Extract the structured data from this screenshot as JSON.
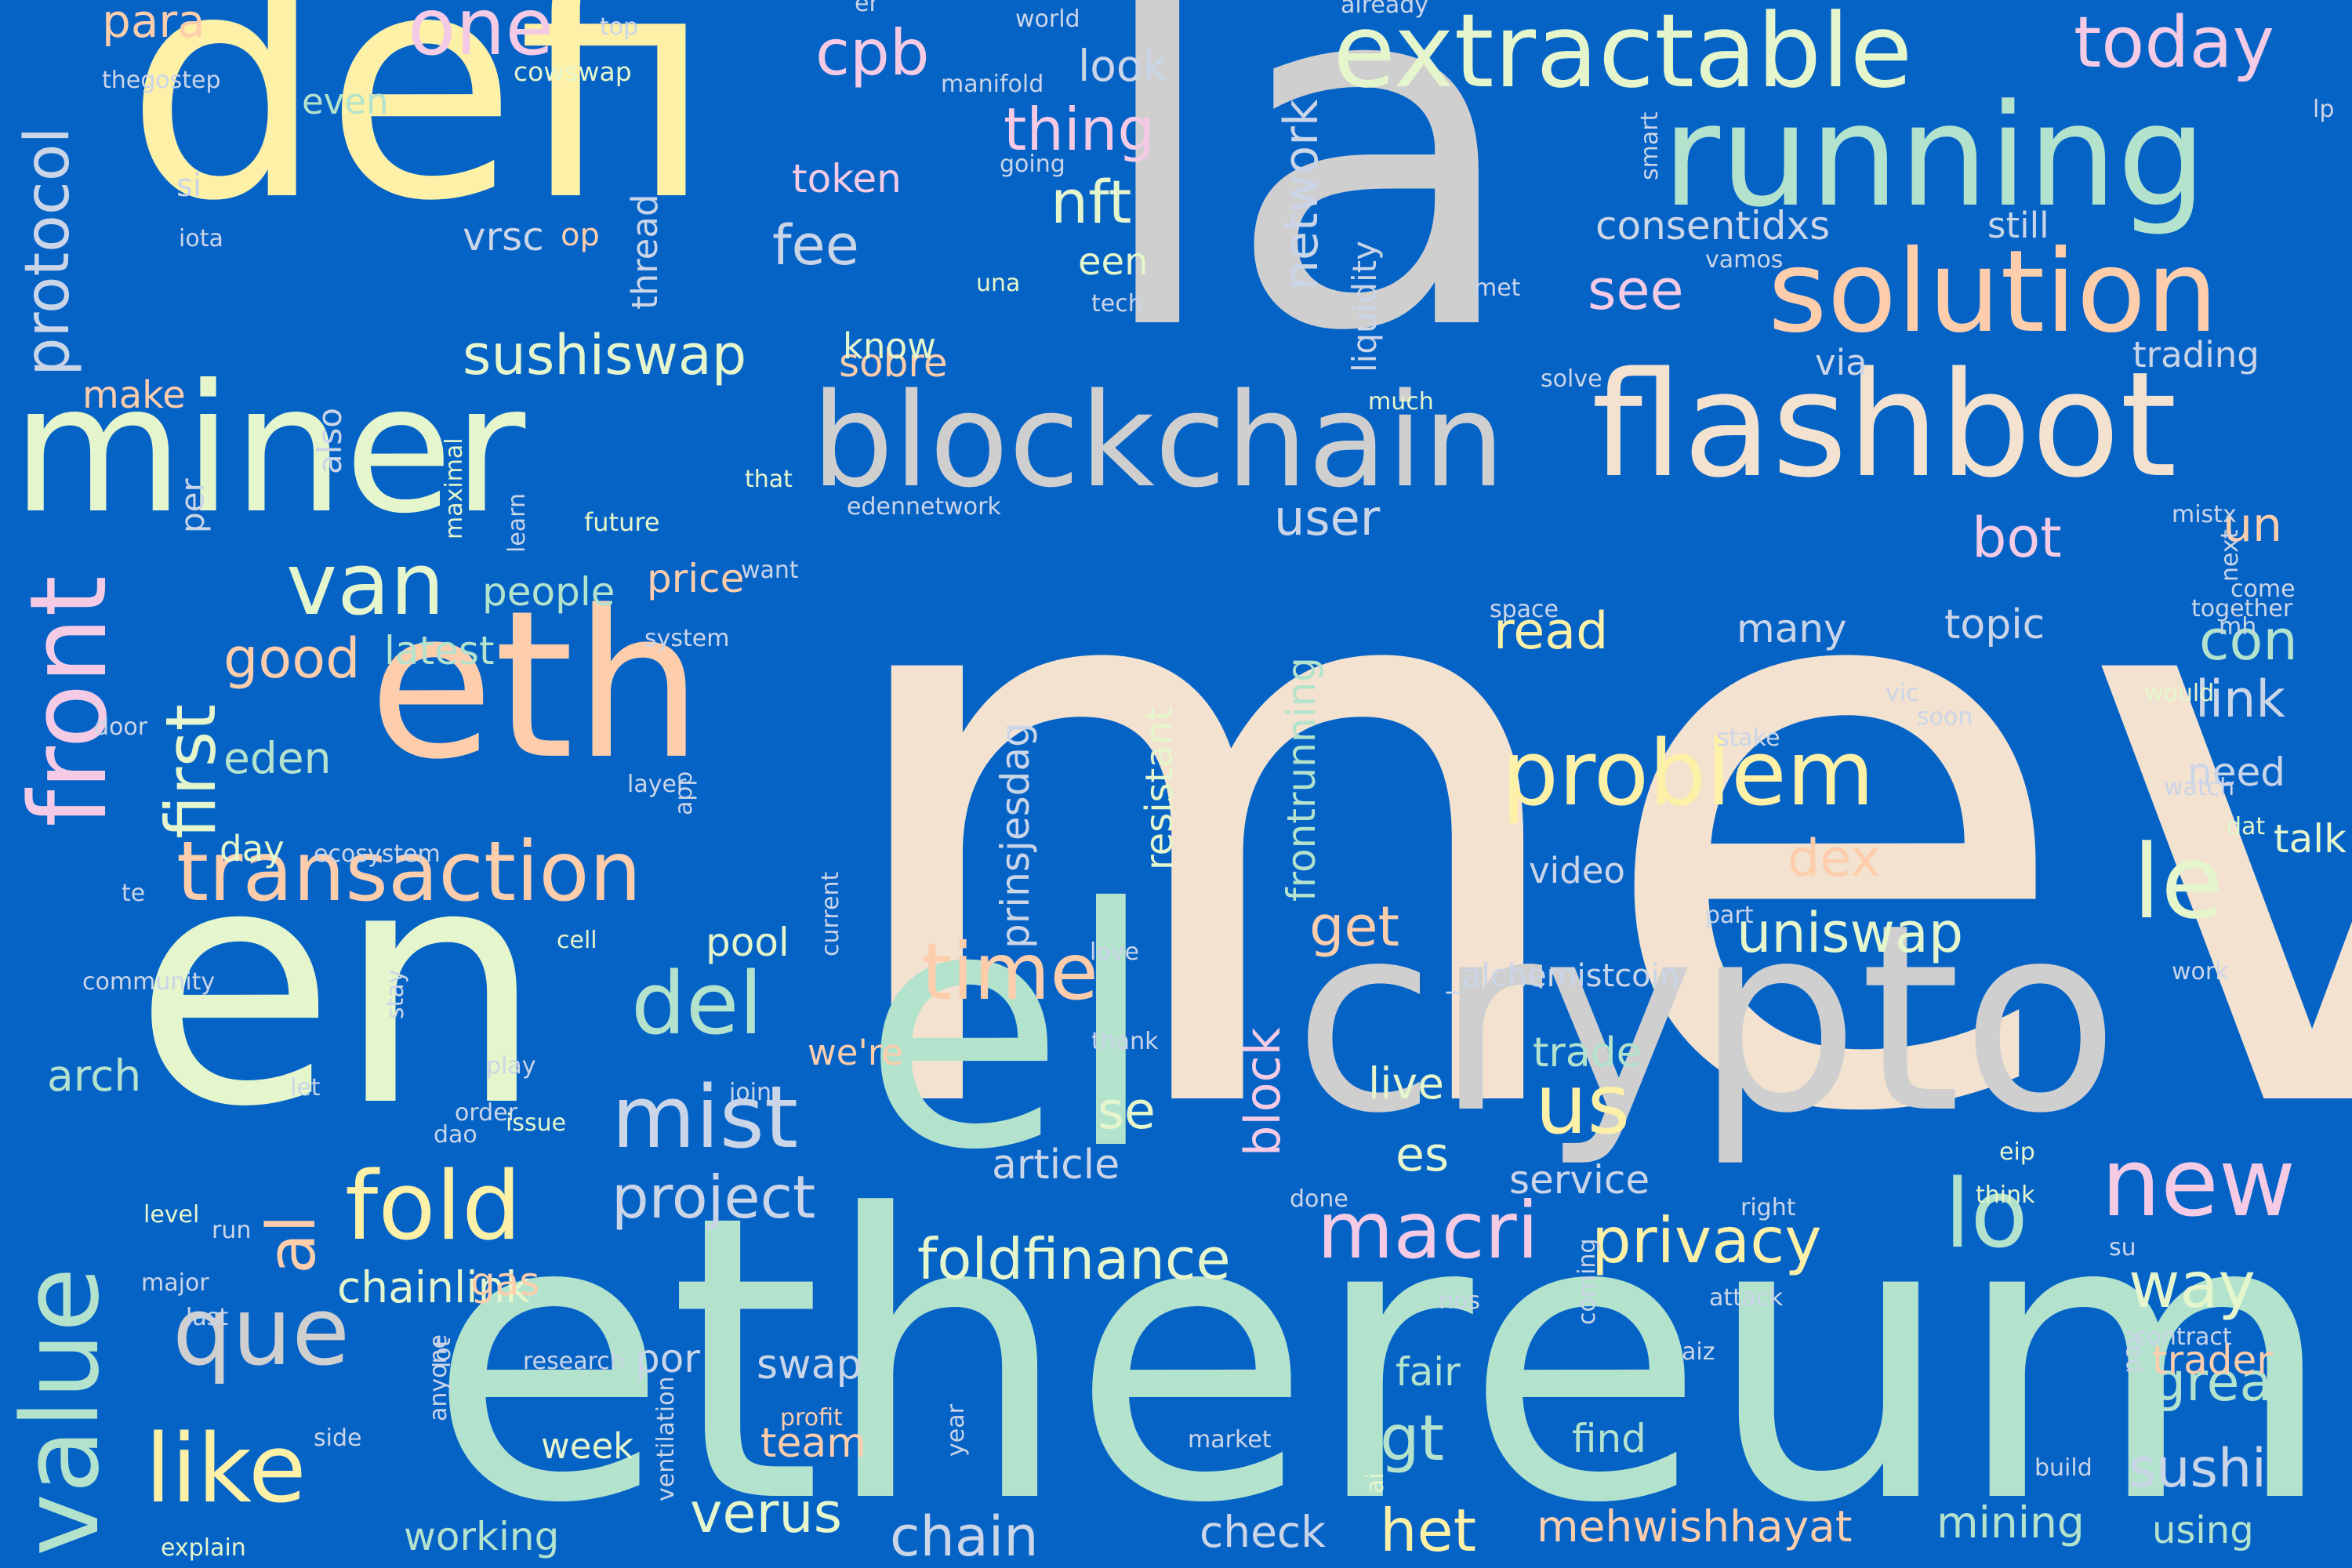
{
  "words": [
    {
      "text": "mev",
      "color": "#f2e2cf"
    },
    {
      "text": "ethereum",
      "color": "#b3e2cd"
    },
    {
      "text": "defi",
      "color": "#fdf1a7"
    },
    {
      "text": "la",
      "color": "#cfcfcf"
    },
    {
      "text": "en",
      "color": "#e5f6cc"
    },
    {
      "text": "el",
      "color": "#b3e2cd"
    },
    {
      "text": "crypto",
      "color": "#cfcfcf"
    },
    {
      "text": "eth",
      "color": "#fdcdac"
    },
    {
      "text": "miner",
      "color": "#e5f6cc"
    },
    {
      "text": "flashbot",
      "color": "#f2e2cf"
    },
    {
      "text": "blockchain",
      "color": "#cfcfcf"
    },
    {
      "text": "running",
      "color": "#b3e2cd"
    },
    {
      "text": "extractable",
      "color": "#e5f6cc"
    },
    {
      "text": "solution",
      "color": "#fdcdac"
    },
    {
      "text": "value",
      "color": "#b3e2cd"
    },
    {
      "text": "front",
      "color": "#f4cae4"
    },
    {
      "text": "problem",
      "color": "#fdf1a7"
    },
    {
      "text": "transaction",
      "color": "#fdcdac"
    },
    {
      "text": "like",
      "color": "#fdf1a7"
    },
    {
      "text": "que",
      "color": "#cfcfcf"
    },
    {
      "text": "fold",
      "color": "#fdf1a7"
    },
    {
      "text": "mist",
      "color": "#cbd5e8"
    },
    {
      "text": "macri",
      "color": "#f4cae4"
    },
    {
      "text": "privacy",
      "color": "#fdf1a7"
    },
    {
      "text": "new",
      "color": "#f4cae4"
    },
    {
      "text": "lo",
      "color": "#b3e2cd"
    },
    {
      "text": "le",
      "color": "#e5f6cc"
    },
    {
      "text": "van",
      "color": "#e5f6cc"
    },
    {
      "text": "del",
      "color": "#b3e2cd"
    },
    {
      "text": "time",
      "color": "#fdcdac"
    },
    {
      "text": "one",
      "color": "#f4cae4"
    },
    {
      "text": "today",
      "color": "#f4cae4"
    },
    {
      "text": "foldfinance",
      "color": "#e5f6cc"
    },
    {
      "text": "sushiswap",
      "color": "#e5f6cc"
    },
    {
      "text": "project",
      "color": "#cbd5e8"
    },
    {
      "text": "protocol",
      "color": "#cbd5e8"
    },
    {
      "text": "way",
      "color": "#e5f6cc"
    },
    {
      "text": "us",
      "color": "#fdf1a7"
    },
    {
      "text": "first",
      "color": "#e5f6cc"
    },
    {
      "text": "nft",
      "color": "#e5f6cc"
    },
    {
      "text": "cpb",
      "color": "#f4cae4"
    },
    {
      "text": "thing",
      "color": "#f4cae4"
    },
    {
      "text": "good",
      "color": "#fdcdac"
    },
    {
      "text": "network",
      "color": "#cbd5e8"
    },
    {
      "text": "uniswap",
      "color": "#e5f6cc"
    },
    {
      "text": "great",
      "color": "#b3e2cd"
    },
    {
      "text": "sushi",
      "color": "#cbd5e8"
    },
    {
      "text": "gt",
      "color": "#b3e2cd"
    },
    {
      "text": "het",
      "color": "#fdf1a7"
    },
    {
      "text": "chain",
      "color": "#cbd5e8"
    },
    {
      "text": "verus",
      "color": "#e5f6cc"
    },
    {
      "text": "fee",
      "color": "#cbd5e8"
    },
    {
      "text": "bot",
      "color": "#f4cae4"
    },
    {
      "text": "con",
      "color": "#b3e2cd"
    },
    {
      "text": "se",
      "color": "#e5f6cc"
    },
    {
      "text": "read",
      "color": "#fdf1a7"
    },
    {
      "text": "get",
      "color": "#fdcdac"
    },
    {
      "text": "dex",
      "color": "#fdcdac"
    },
    {
      "text": "see",
      "color": "#f4cae4"
    },
    {
      "text": "al",
      "color": "#fdcdac"
    },
    {
      "text": "es",
      "color": "#e5f6cc"
    },
    {
      "text": "link",
      "color": "#cbd5e8"
    },
    {
      "text": "user",
      "color": "#cbd5e8"
    },
    {
      "text": "block",
      "color": "#f4cae4"
    },
    {
      "text": "consentidxs",
      "color": "#cbd5e8"
    },
    {
      "text": "people",
      "color": "#b3e2cd"
    },
    {
      "text": "para",
      "color": "#fdcdac"
    },
    {
      "text": "latest",
      "color": "#b3e2cd"
    },
    {
      "text": "frontrunning",
      "color": "#b3e2cd"
    },
    {
      "text": "prinsjesdag",
      "color": "#cbd5e8"
    },
    {
      "text": "resistant",
      "color": "#e5f6cc"
    },
    {
      "text": "arch",
      "color": "#b3e2cd"
    },
    {
      "text": "eden",
      "color": "#b3e2cd"
    },
    {
      "text": "article",
      "color": "#cbd5e8"
    },
    {
      "text": "live",
      "color": "#e5f6cc"
    },
    {
      "text": "trade",
      "color": "#b3e2cd"
    },
    {
      "text": "service",
      "color": "#cbd5e8"
    },
    {
      "text": "token",
      "color": "#f4cae4"
    },
    {
      "text": "look",
      "color": "#cbd5e8"
    },
    {
      "text": "vrsc",
      "color": "#cbd5e8"
    },
    {
      "text": "sobre",
      "color": "#fdcdac"
    },
    {
      "text": "price",
      "color": "#fdcdac"
    },
    {
      "text": "pool",
      "color": "#e5f6cc"
    },
    {
      "text": "chainlink",
      "color": "#e5f6cc"
    },
    {
      "text": "gas",
      "color": "#fdcdac"
    },
    {
      "text": "swap",
      "color": "#cbd5e8"
    },
    {
      "text": "team",
      "color": "#fdcdac"
    },
    {
      "text": "week",
      "color": "#e5f6cc"
    },
    {
      "text": "working",
      "color": "#b3e2cd"
    },
    {
      "text": "por",
      "color": "#cbd5e8"
    },
    {
      "text": "check",
      "color": "#cbd5e8"
    },
    {
      "text": "mehwishhayat",
      "color": "#fdcdac"
    },
    {
      "text": "mining",
      "color": "#b3e2cd"
    },
    {
      "text": "using",
      "color": "#b3e2cd"
    },
    {
      "text": "trader",
      "color": "#fdcdac"
    },
    {
      "text": "fair",
      "color": "#b3e2cd"
    },
    {
      "text": "find",
      "color": "#b3e2cd"
    },
    {
      "text": "many",
      "color": "#cbd5e8"
    },
    {
      "text": "topic",
      "color": "#cbd5e8"
    },
    {
      "text": "need",
      "color": "#cbd5e8"
    },
    {
      "text": "talk",
      "color": "#e5f6cc"
    },
    {
      "text": "un",
      "color": "#fdcdac"
    },
    {
      "text": "still",
      "color": "#cbd5e8"
    },
    {
      "text": "trading",
      "color": "#cbd5e8"
    },
    {
      "text": "via",
      "color": "#cbd5e8"
    },
    {
      "text": "know",
      "color": "#e5f6cc"
    },
    {
      "text": "een",
      "color": "#e5f6cc"
    },
    {
      "text": "make",
      "color": "#fdcdac"
    },
    {
      "text": "even",
      "color": "#b3e2cd"
    },
    {
      "text": "day",
      "color": "#e5f6cc"
    },
    {
      "text": "video",
      "color": "#cbd5e8"
    },
    {
      "text": "we're",
      "color": "#fdcdac"
    },
    {
      "text": "liquidity",
      "color": "#cbd5e8"
    },
    {
      "text": "thread",
      "color": "#cbd5e8"
    },
    {
      "text": "also",
      "color": "#cbd5e8"
    },
    {
      "text": "per",
      "color": "#cbd5e8"
    },
    {
      "text": "op",
      "color": "#fdcdac"
    },
    {
      "text": "si",
      "color": "#cbd5e8"
    },
    {
      "text": "_alchemistcoin",
      "color": "#cbd5e8"
    },
    {
      "text": "top",
      "color": "#cbd5e8"
    },
    {
      "text": "world",
      "color": "#cbd5e8"
    },
    {
      "text": "already",
      "color": "#cbd5e8"
    },
    {
      "text": "er",
      "color": "#cbd5e8"
    },
    {
      "text": "thegostep",
      "color": "#cbd5e8"
    },
    {
      "text": "cowswap",
      "color": "#e5f6cc"
    },
    {
      "text": "manifold",
      "color": "#cbd5e8"
    },
    {
      "text": "lp",
      "color": "#cbd5e8"
    },
    {
      "text": "iota",
      "color": "#cbd5e8"
    },
    {
      "text": "going",
      "color": "#cbd5e8"
    },
    {
      "text": "smart",
      "color": "#cbd5e8"
    },
    {
      "text": "una",
      "color": "#e5f6cc"
    },
    {
      "text": "tech",
      "color": "#cbd5e8"
    },
    {
      "text": "vamos",
      "color": "#cbd5e8"
    },
    {
      "text": "met",
      "color": "#cbd5e8"
    },
    {
      "text": "solve",
      "color": "#cbd5e8"
    },
    {
      "text": "much",
      "color": "#e5f6cc"
    },
    {
      "text": "that",
      "color": "#e5f6cc"
    },
    {
      "text": "edennetwork",
      "color": "#cbd5e8"
    },
    {
      "text": "mistx",
      "color": "#cbd5e8"
    },
    {
      "text": "future",
      "color": "#e5f6cc"
    },
    {
      "text": "maximal",
      "color": "#e5f6cc"
    },
    {
      "text": "learn",
      "color": "#cbd5e8"
    },
    {
      "text": "want",
      "color": "#cbd5e8"
    },
    {
      "text": "together",
      "color": "#cbd5e8"
    },
    {
      "text": "next",
      "color": "#cbd5e8"
    },
    {
      "text": "come",
      "color": "#cbd5e8"
    },
    {
      "text": "mh",
      "color": "#cbd5e8"
    },
    {
      "text": "space",
      "color": "#cbd5e8"
    },
    {
      "text": "system",
      "color": "#cbd5e8"
    },
    {
      "text": "would",
      "color": "#e5f6cc"
    },
    {
      "text": "vic",
      "color": "#cbd5e8"
    },
    {
      "text": "soon",
      "color": "#cbd5e8"
    },
    {
      "text": "door",
      "color": "#cbd5e8"
    },
    {
      "text": "stake",
      "color": "#cbd5e8"
    },
    {
      "text": "layer",
      "color": "#cbd5e8"
    },
    {
      "text": "app",
      "color": "#cbd5e8"
    },
    {
      "text": "watch",
      "color": "#cbd5e8"
    },
    {
      "text": "dat",
      "color": "#e5f6cc"
    },
    {
      "text": "ecosystem",
      "color": "#cbd5e8"
    },
    {
      "text": "te",
      "color": "#cbd5e8"
    },
    {
      "text": "part",
      "color": "#cbd5e8"
    },
    {
      "text": "cell",
      "color": "#e5f6cc"
    },
    {
      "text": "current",
      "color": "#cbd5e8"
    },
    {
      "text": "love",
      "color": "#cbd5e8"
    },
    {
      "text": "work",
      "color": "#cbd5e8"
    },
    {
      "text": "community",
      "color": "#cbd5e8"
    },
    {
      "text": "stay",
      "color": "#cbd5e8"
    },
    {
      "text": "thank",
      "color": "#cbd5e8"
    },
    {
      "text": "play",
      "color": "#cbd5e8"
    },
    {
      "text": "let",
      "color": "#cbd5e8"
    },
    {
      "text": "join",
      "color": "#cbd5e8"
    },
    {
      "text": "order",
      "color": "#cbd5e8"
    },
    {
      "text": "issue",
      "color": "#e5f6cc"
    },
    {
      "text": "dao",
      "color": "#cbd5e8"
    },
    {
      "text": "eip",
      "color": "#e5f6cc"
    },
    {
      "text": "done",
      "color": "#cbd5e8"
    },
    {
      "text": "right",
      "color": "#cbd5e8"
    },
    {
      "text": "think",
      "color": "#e5f6cc"
    },
    {
      "text": "level",
      "color": "#e5f6cc"
    },
    {
      "text": "run",
      "color": "#cbd5e8"
    },
    {
      "text": "su",
      "color": "#cbd5e8"
    },
    {
      "text": "major",
      "color": "#cbd5e8"
    },
    {
      "text": "nos",
      "color": "#cbd5e8"
    },
    {
      "text": "attack",
      "color": "#cbd5e8"
    },
    {
      "text": "coming",
      "color": "#cbd5e8"
    },
    {
      "text": "contract",
      "color": "#cbd5e8"
    },
    {
      "text": "last",
      "color": "#cbd5e8"
    },
    {
      "text": "lot",
      "color": "#cbd5e8"
    },
    {
      "text": "aiz",
      "color": "#cbd5e8"
    },
    {
      "text": "pay",
      "color": "#cbd5e8"
    },
    {
      "text": "research",
      "color": "#cbd5e8"
    },
    {
      "text": "anyone",
      "color": "#cbd5e8"
    },
    {
      "text": "side",
      "color": "#cbd5e8"
    },
    {
      "text": "profit",
      "color": "#fdcdac"
    },
    {
      "text": "market",
      "color": "#cbd5e8"
    },
    {
      "text": "year",
      "color": "#cbd5e8"
    },
    {
      "text": "ai",
      "color": "#e5f6cc"
    },
    {
      "text": "build",
      "color": "#cbd5e8"
    },
    {
      "text": "ventilation",
      "color": "#cbd5e8"
    },
    {
      "text": "explain",
      "color": "#e5f6cc"
    }
  ]
}
